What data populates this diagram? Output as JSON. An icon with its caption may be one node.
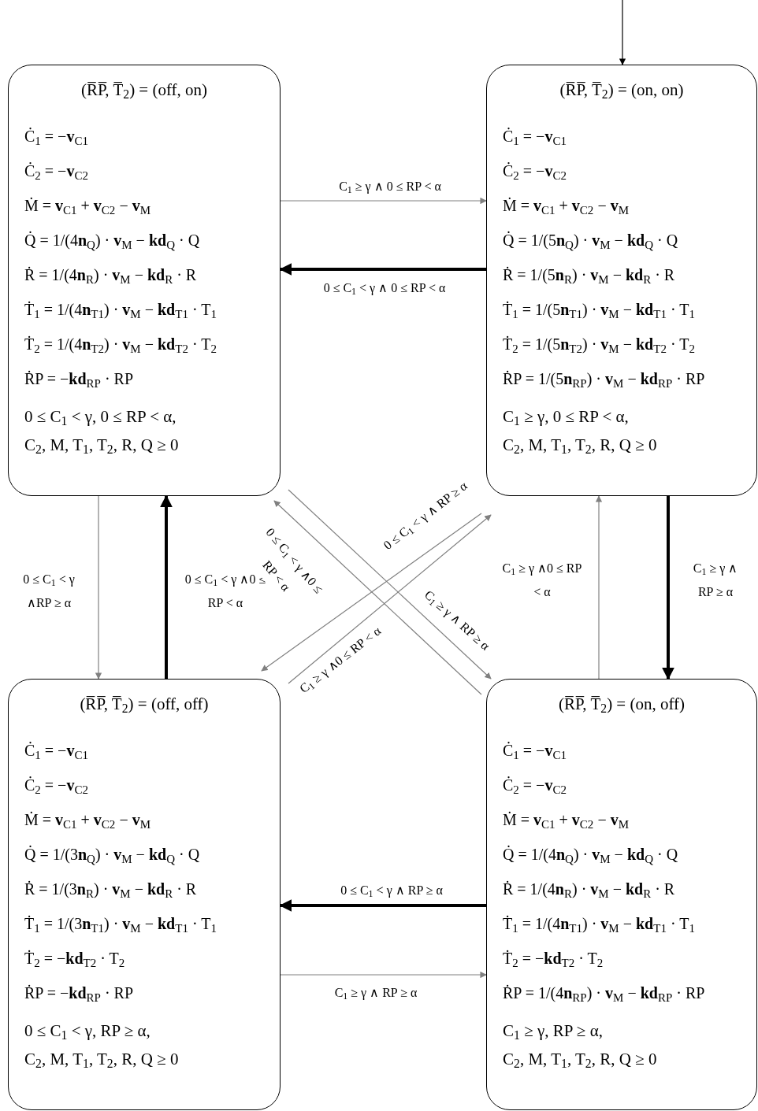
{
  "diagram": {
    "nodes": [
      {
        "text": [
          "(R̅P̅, T̅$_{2}$) = (off, on)",
          "Ċ$_{1}$ = −**v**$_{C1}$",
          "Ċ$_{2}$ = −**v**$_{C2}$",
          "Ṁ = **v**$_{C1}$ + **v**$_{C2}$ − **v**$_{M}$",
          "Q̇ = 1/(4**n**$_{Q}$) · **v**$_{M}$ − **kd**$_{Q}$ · Q",
          "Ṙ = 1/(4**n**$_{R}$) · **v**$_{M}$ − **kd**$_{R}$ · R",
          "Ṫ$_{1}$ = 1/(4**n**$_{T1}$) · **v**$_{M}$ − **kd**$_{T1}$ · T$_{1}$",
          "Ṫ$_{2}$ = 1/(4**n**$_{T2}$) · **v**$_{M}$ − **kd**$_{T2}$ · T$_{2}$",
          "ṘP = −**kd**$_{RP}$ · RP",
          "0 ≤ C$_{1}$ < γ, 0 ≤ RP < α,",
          "C$_{2}$, M, T$_{1}$, T$_{2}$, R, Q ≥ 0"
        ]
      },
      {
        "text": [
          "(R̅P̅, T̅$_{2}$) = (on, on)",
          "Ċ$_{1}$ = −**v**$_{C1}$",
          "Ċ$_{2}$ = −**v**$_{C2}$",
          "Ṁ = **v**$_{C1}$ + **v**$_{C2}$ − **v**$_{M}$",
          "Q̇ = 1/(5**n**$_{Q}$) · **v**$_{M}$ − **kd**$_{Q}$ · Q",
          "Ṙ = 1/(5**n**$_{R}$) · **v**$_{M}$ − **kd**$_{R}$ · R",
          "Ṫ$_{1}$ = 1/(5**n**$_{T1}$) · **v**$_{M}$ − **kd**$_{T1}$ · T$_{1}$",
          "Ṫ$_{2}$ = 1/(5**n**$_{T2}$) · **v**$_{M}$ − **kd**$_{T2}$ · T$_{2}$",
          "ṘP = 1/(5**n**$_{RP}$) · **v**$_{M}$ − **kd**$_{RP}$ · RP",
          "C$_{1}$ ≥ γ, 0 ≤ RP < α,",
          "C$_{2}$, M, T$_{1}$, T$_{2}$, R, Q ≥ 0"
        ]
      },
      {
        "text": [
          "(R̅P̅, T̅$_{2}$) = (off, off)",
          "Ċ$_{1}$ = −**v**$_{C1}$",
          "Ċ$_{2}$ = −**v**$_{C2}$",
          "Ṁ = **v**$_{C1}$ + **v**$_{C2}$ − **v**$_{M}$",
          "Q̇ = 1/(3**n**$_{Q}$) · **v**$_{M}$ − **kd**$_{Q}$ · Q",
          "Ṙ = 1/(3**n**$_{R}$) · **v**$_{M}$ − **kd**$_{R}$ · R",
          "Ṫ$_{1}$ = 1/(3**n**$_{T1}$) · **v**$_{M}$ − **kd**$_{T1}$ · T$_{1}$",
          "Ṫ$_{2}$ = −**kd**$_{T2}$ · T$_{2}$",
          "ṘP = −**kd**$_{RP}$ · RP",
          "0 ≤ C$_{1}$ < γ, RP ≥ α,",
          "C$_{2}$, M, T$_{1}$, T$_{2}$, R, Q ≥ 0"
        ]
      },
      {
        "text": [
          "(R̅P̅, T̅$_{2}$) = (on, off)",
          "Ċ$_{1}$ = −**v**$_{C1}$",
          "Ċ$_{2}$ = −**v**$_{C2}$",
          "Ṁ = **v**$_{C1}$ + **v**$_{C2}$ − **v**$_{M}$",
          "Q̇ = 1/(4**n**$_{Q}$) · **v**$_{M}$ − **kd**$_{Q}$ · Q",
          "Ṙ = 1/(4**n**$_{R}$) · **v**$_{M}$ − **kd**$_{R}$ · R",
          "Ṫ$_{1}$ = 1/(4**n**$_{T1}$) · **v**$_{M}$ − **kd**$_{T1}$ · T$_{1}$",
          "Ṫ$_{2}$ = −**kd**$_{T2}$ · T$_{2}$",
          "ṘP = 1/(4**n**$_{RP}$) · **v**$_{M}$ − **kd**$_{RP}$ · RP",
          "C$_{1}$ ≥ γ, RP ≥ α,",
          "C$_{2}$, M, T$_{1}$, T$_{2}$, R, Q ≥ 0"
        ]
      }
    ],
    "edges": [
      {
        "from": null,
        "to": 1,
        "arrow": "to",
        "color": "#000000"
      },
      {
        "from": 0,
        "to": 1,
        "arrow": "to",
        "label": "C$_{1}$ ≥ γ ∧ 0 ≤ RP < α"
      },
      {
        "from": 1,
        "to": 0,
        "arrow": "to",
        "label": "0 ≤ C$_{1}$ < γ ∧ 0 ≤ RP < α",
        "style": "thick",
        "color": "#000000"
      },
      {
        "from": 0,
        "to": 2,
        "arrow": "to",
        "label": "0 ≤ C$_{1}$ < γ ∧RP ≥ α"
      },
      {
        "from": 2,
        "to": 0,
        "arrow": "to",
        "label": "0 ≤ C$_{1}$ < γ ∧0 ≤ RP < α",
        "style": "thick",
        "color": "#000000"
      },
      {
        "from": 3,
        "to": 2,
        "arrow": "to",
        "label": "0 ≤ C$_{1}$ < γ ∧ RP ≥ α",
        "style": "thick",
        "color": "#000000"
      },
      {
        "from": 2,
        "to": 3,
        "arrow": "to",
        "label": "C$_{1}$ ≥ γ ∧ RP ≥ α"
      },
      {
        "from": 3,
        "to": 1,
        "arrow": "to",
        "label": "C$_{1}$ ≥ γ ∧0 ≤ RP < α"
      },
      {
        "from": 1,
        "to": 3,
        "arrow": "to",
        "label": "C$_{1}$ ≥ γ ∧ RP ≥ α",
        "style": "thick",
        "color": "#000000"
      },
      {
        "from": 0,
        "to": 3,
        "arrow": "to",
        "label": "C$_{1}$ ≥ γ ∧ RP ≥ α"
      },
      {
        "from": 3,
        "to": 0,
        "arrow": "to",
        "label": "0 ≤ C$_{1}$ < γ ∧0 ≤ RP < α"
      },
      {
        "from": 1,
        "to": 2,
        "arrow": "to",
        "label": "0 ≤ C$_{1}$ < γ ∧ RP ≥ α"
      },
      {
        "from": 2,
        "to": 1,
        "arrow": "to",
        "label": "C$_{1}$ ≥ γ ∧0 ≤ RP < α"
      }
    ]
  }
}
